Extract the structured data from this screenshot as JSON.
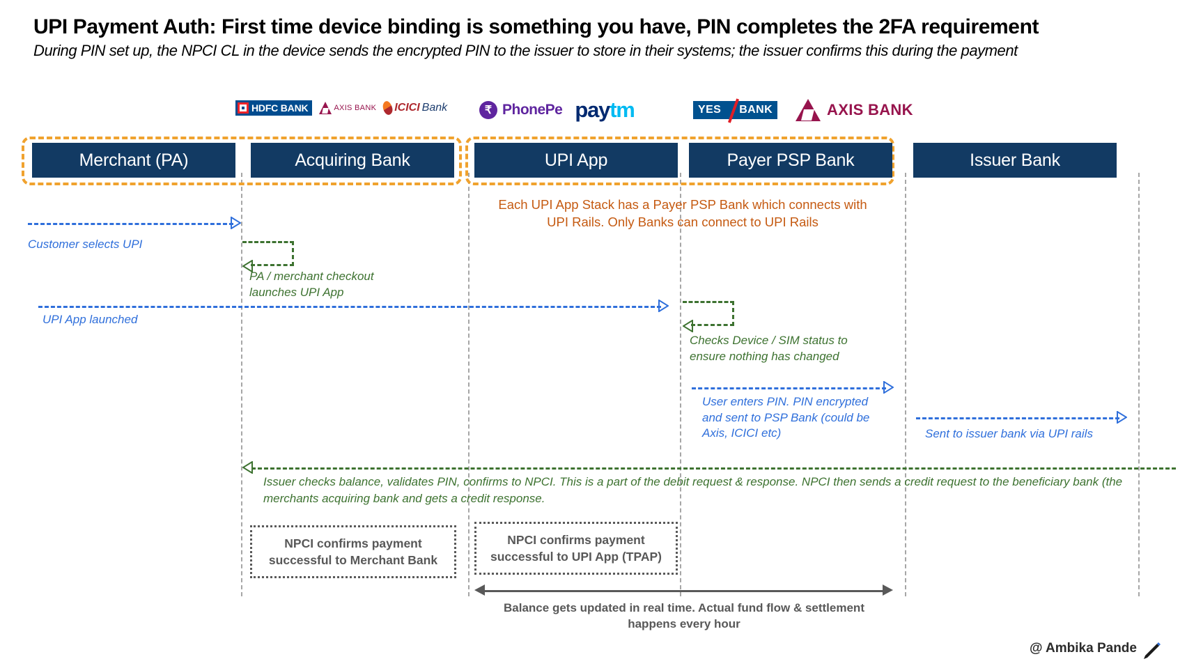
{
  "header": {
    "title": "UPI Payment Auth: First time device binding is something you have, PIN completes the 2FA requirement",
    "subtitle": "During PIN set up, the NPCI CL in the device sends the encrypted PIN to the issuer to store in their systems; the issuer confirms this during the payment"
  },
  "logos": {
    "hdfc": "HDFC BANK",
    "axis_small": "AXIS BANK",
    "icici_a": "ICICI",
    "icici_b": "Bank",
    "phonepe": "PhonePe",
    "paytm_a": "pay",
    "paytm_b": "tm",
    "yes_a": "YES",
    "yes_b": "BANK",
    "axis_big": "AXIS BANK"
  },
  "actors": [
    {
      "id": "merchant",
      "label": "Merchant (PA)"
    },
    {
      "id": "acquiring",
      "label": "Acquiring Bank"
    },
    {
      "id": "upiapp",
      "label": "UPI App"
    },
    {
      "id": "psp",
      "label": "Payer PSP Bank"
    },
    {
      "id": "issuer",
      "label": "Issuer Bank"
    }
  ],
  "notes": {
    "upi_rails_line1": "Each UPI App Stack has a Payer PSP Bank which connects with",
    "upi_rails_line2": "UPI Rails. Only Banks can connect to UPI Rails",
    "customer_selects_upi": "Customer selects UPI",
    "pa_checkout_line1": "PA / merchant checkout",
    "pa_checkout_line2": "launches UPI App",
    "upi_app_launched": "UPI App launched",
    "checks_device_line1": "Checks Device / SIM status to",
    "checks_device_line2": "ensure nothing has changed",
    "user_enters_pin_line1": "User enters PIN. PIN encrypted",
    "user_enters_pin_line2": "and sent to PSP Bank (could be",
    "user_enters_pin_line3": "Axis, ICICI etc)",
    "sent_to_issuer": "Sent to issuer bank via UPI rails",
    "issuer_confirms_line1": "Issuer checks balance, validates PIN, confirms to NPCI. This is a part of the debit request & response. NPCI then sends a credit request to the beneficiary bank (the",
    "issuer_confirms_line2": "merchants acquiring bank and gets a credit response.",
    "npci_merchant_line1": "NPCI confirms payment",
    "npci_merchant_line2": "successful to Merchant Bank",
    "npci_upiapp_line1": "NPCI confirms payment",
    "npci_upiapp_line2": "successful to UPI App (TPAP)",
    "settlement_line1": "Balance gets updated in real time. Actual fund flow & settlement",
    "settlement_line2": "happens every hour"
  },
  "credit": "@ Ambika Pande",
  "colors": {
    "actor_box": "#123a63",
    "group_border": "#f0a22e",
    "orange_text": "#c55a11",
    "blue_arrow": "#2f6fdb",
    "green_arrow": "#3d7230",
    "grey_note": "#585858",
    "lifeline": "#a6a6a6"
  }
}
